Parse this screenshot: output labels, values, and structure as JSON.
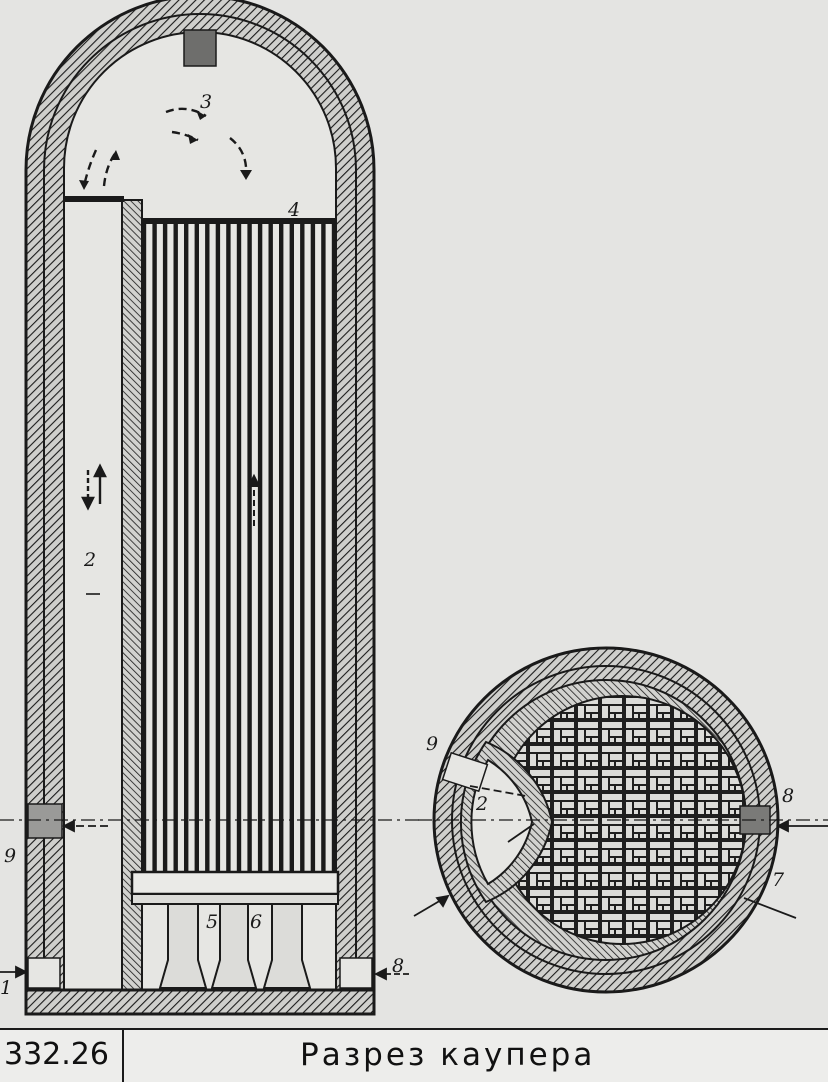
{
  "diagram": {
    "side_labels": {
      "dome_space": "3",
      "checker_top": "4",
      "combustion_chamber": "2",
      "left_port": "9",
      "right_port": "8",
      "bottom_left": "1",
      "grate": "5",
      "columns": "6"
    },
    "plan_labels": {
      "port_left": "9",
      "chamber": "2",
      "port_right": "8",
      "outlet": "7"
    }
  },
  "caption": {
    "id": "332.26",
    "title": "Разрез каупера"
  },
  "colors": {
    "ink": "#1a1a1a",
    "paper": "#e4e4e2",
    "brick": "#8a8a88"
  }
}
